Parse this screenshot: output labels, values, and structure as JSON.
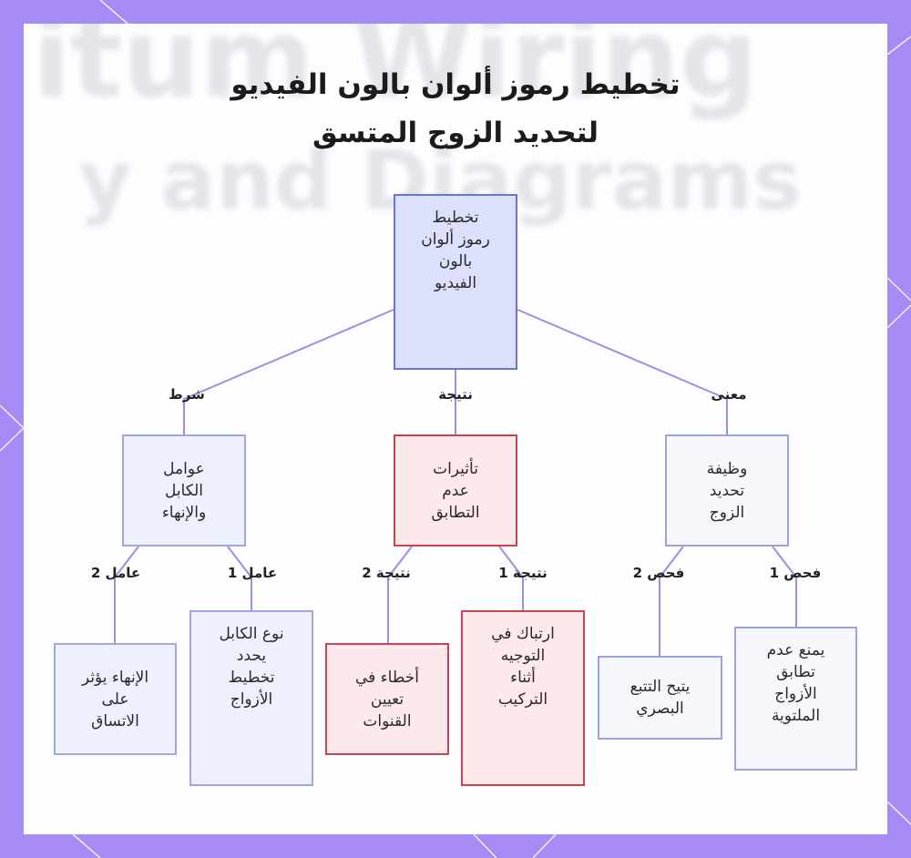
{
  "title": {
    "line1": "تخطيط رموز ألوان بالون الفيديو",
    "line2": "لتحديد الزوج المتسق"
  },
  "background_watermark": {
    "line1": "itum Wiring",
    "line2": "y and Diagrams"
  },
  "colors": {
    "frame": "#a78bf5",
    "connector": "#a48be0",
    "root_fill": "#dde0fc",
    "root_border": "#6a77c9",
    "red_fill": "#fde8ec",
    "red_border": "#c9444f"
  },
  "nodes": {
    "root": "تخطيط\nرموز ألوان\nبالون\nالفيديو",
    "cable": "عوامل\nالكابل\nوالإنهاء",
    "effects": "تأثيرات\nعدم\nالتطابق",
    "function": "وظيفة\nتحديد\nالزوج",
    "termination": "الإنهاء يؤثر\nعلى\nالاتساق",
    "cable_type": "نوع الكابل\nيحدد\nتخطيط\nالأزواج",
    "channel_errors": "أخطاء في\nتعيين\nالقنوات",
    "routing_confusion": "ارتباك في\nالتوجيه\nأثناء\nالتركيب",
    "visual_tracking": "يتيح التتبع\nالبصري",
    "prevent_mismatch": "يمنع عدم\nتطابق\nالأزواج\nالملتوية"
  },
  "edges": {
    "condition": "شرط",
    "result": "نتيجة",
    "meaning": "معنى",
    "factor2": "عامل 2",
    "factor1": "عامل 1",
    "result2": "نتيجة 2",
    "result1": "نتيجة 1",
    "check2": "فحص 2",
    "check1": "فحص 1"
  }
}
